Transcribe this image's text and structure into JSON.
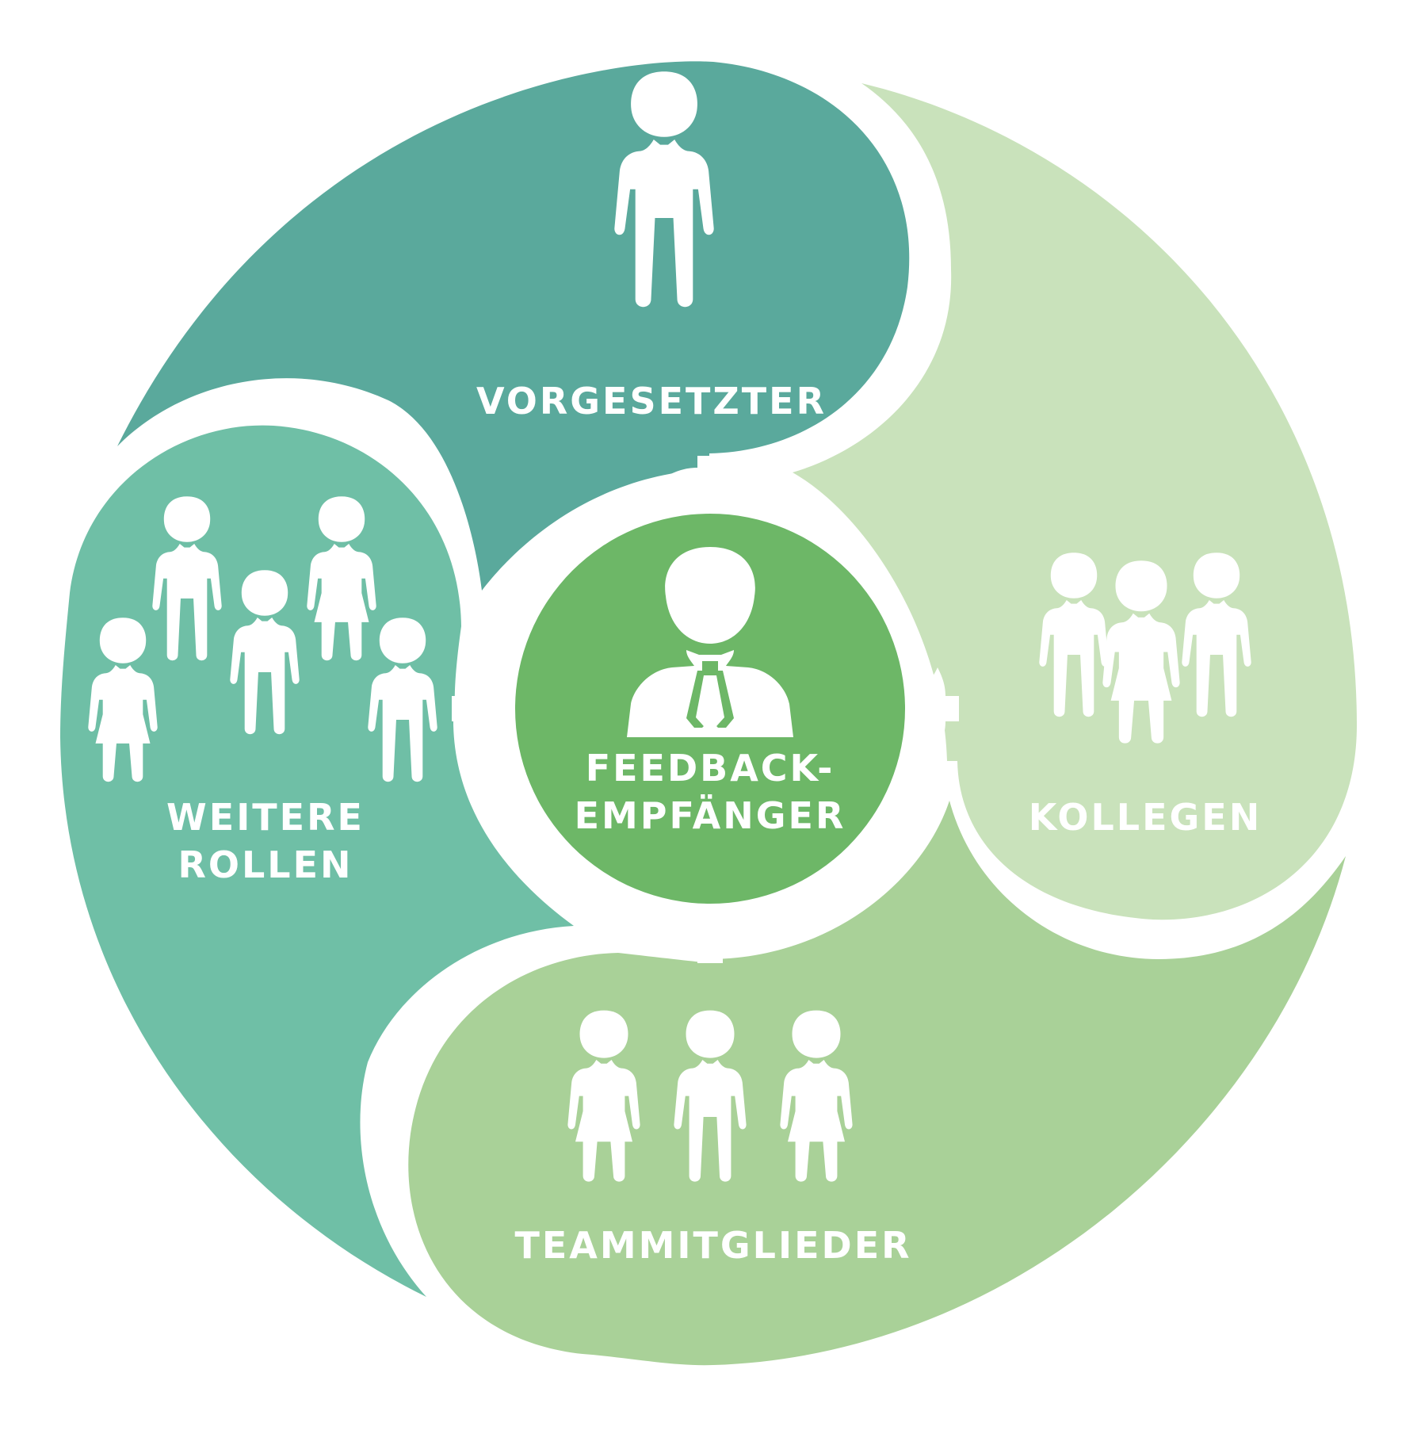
{
  "nodes": {
    "vorgesetzter": {
      "label": "VORGESETZTER"
    },
    "kollegen": {
      "label": "KOLLEGEN"
    },
    "teammitglieder": {
      "label": "TEAMMITGLIEDER"
    },
    "weitere_rollen": {
      "label_line1": "WEITERE",
      "label_line2": "ROLLEN"
    },
    "center": {
      "label_line1": "FEEDBACK-",
      "label_line2": "EMPFÄNGER"
    }
  },
  "colors": {
    "vorgesetzter": "#5aa99c",
    "kollegen": "#c9e2bb",
    "teammitglieder": "#a9d198",
    "weitere_rollen": "#6fbfa6",
    "center": "#6db767",
    "person_icon": "#ffffff"
  },
  "icons": {
    "vorgesetzter": [
      "person-icon"
    ],
    "kollegen": [
      "person-icon",
      "person-female-icon",
      "person-icon"
    ],
    "teammitglieder": [
      "person-female-icon",
      "person-icon",
      "person-female-icon"
    ],
    "weitere_rollen": [
      "person-icon",
      "person-female-icon",
      "person-icon",
      "person-female-icon",
      "person-icon"
    ],
    "center": [
      "businessman-icon"
    ]
  }
}
